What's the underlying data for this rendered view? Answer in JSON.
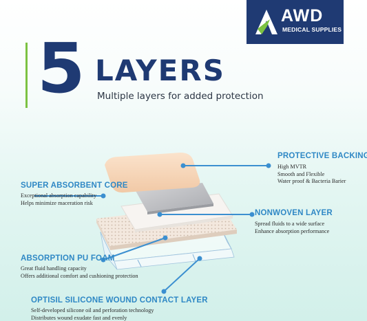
{
  "logo": {
    "name": "AWD",
    "sub": "MEDICAL SUPPLIES"
  },
  "hero": {
    "number": "5",
    "word": "LAYERS",
    "tagline": "Multiple layers for added protection"
  },
  "layers": [
    {
      "title": "PROTECTIVE BACKING",
      "lines": [
        "High MVTR",
        "Smooth and Flexible",
        "Water proof & Bacteria Barier"
      ]
    },
    {
      "title": "SUPER ABSORBENT CORE",
      "lines": [
        "Exceptional absorption capability",
        "Helps minimize maceration risk"
      ]
    },
    {
      "title": "NONWOVEN LAYER",
      "lines": [
        "Spread fluids to a wide surface",
        "Enhance absorption performance"
      ]
    },
    {
      "title": "ABSORPTION PU FOAM",
      "lines": [
        "Great fluid handling capacity",
        "Offers additional comfort and cushioning protection"
      ]
    },
    {
      "title": "OPTISIL SILICONE WOUND CONTACT LAYER",
      "lines": [
        "Self-developed silicone oil and perforation technology",
        "Distributes wound exudate fast and evenly"
      ]
    }
  ],
  "colors": {
    "navy": "#1f3a73",
    "green": "#7cc242",
    "label_blue": "#2f88c5",
    "pointer": "#3b8fd0"
  }
}
